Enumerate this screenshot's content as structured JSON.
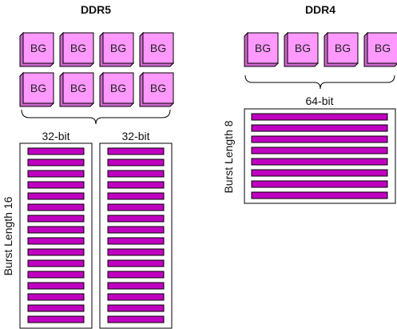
{
  "colors": {
    "bank_group_fill": "#ff99ff",
    "bank_group_shadow": "#cc66cc",
    "burst_bar_fill": "#c000c0",
    "line": "#000000"
  },
  "ddr5": {
    "title": "DDR5",
    "bank_group_label": "BG",
    "bank_group_count": 8,
    "channels": [
      {
        "width_label": "32-bit",
        "burst_beats": 16
      },
      {
        "width_label": "32-bit",
        "burst_beats": 16
      }
    ],
    "burst_label": "Burst Length 16"
  },
  "ddr4": {
    "title": "DDR4",
    "bank_group_label": "BG",
    "bank_group_count": 4,
    "channels": [
      {
        "width_label": "64-bit",
        "burst_beats": 8
      }
    ],
    "burst_label": "Burst Length 8"
  }
}
